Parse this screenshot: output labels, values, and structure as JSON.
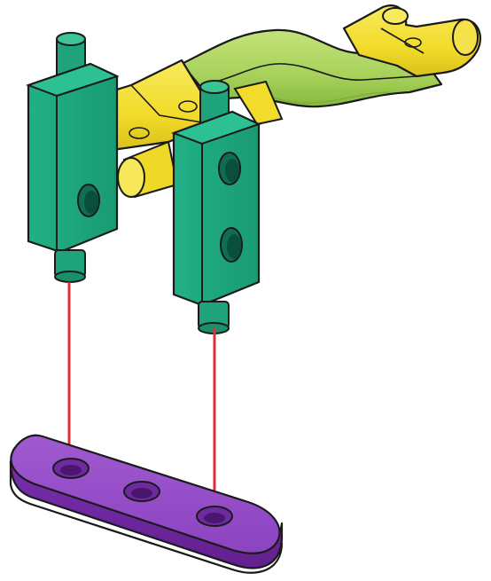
{
  "diagram": {
    "kind": "assembly-instruction",
    "parts": [
      {
        "id": "connector-left",
        "label": "",
        "color": "#1fa37b"
      },
      {
        "id": "connector-right",
        "label": "",
        "color": "#1fa37b"
      },
      {
        "id": "rod-yellow",
        "label": "",
        "color": "#f4e13a"
      },
      {
        "id": "rod-green-curve",
        "label": "",
        "color": "#a9d65a"
      },
      {
        "id": "base-plate",
        "label": "",
        "color": "#8a3fb5"
      }
    ],
    "guides": [
      {
        "from": "connector-left",
        "to": "base-plate-left-hole",
        "color": "#e0303c"
      },
      {
        "from": "connector-right",
        "to": "base-plate-right-hole",
        "color": "#e0303c"
      }
    ]
  }
}
